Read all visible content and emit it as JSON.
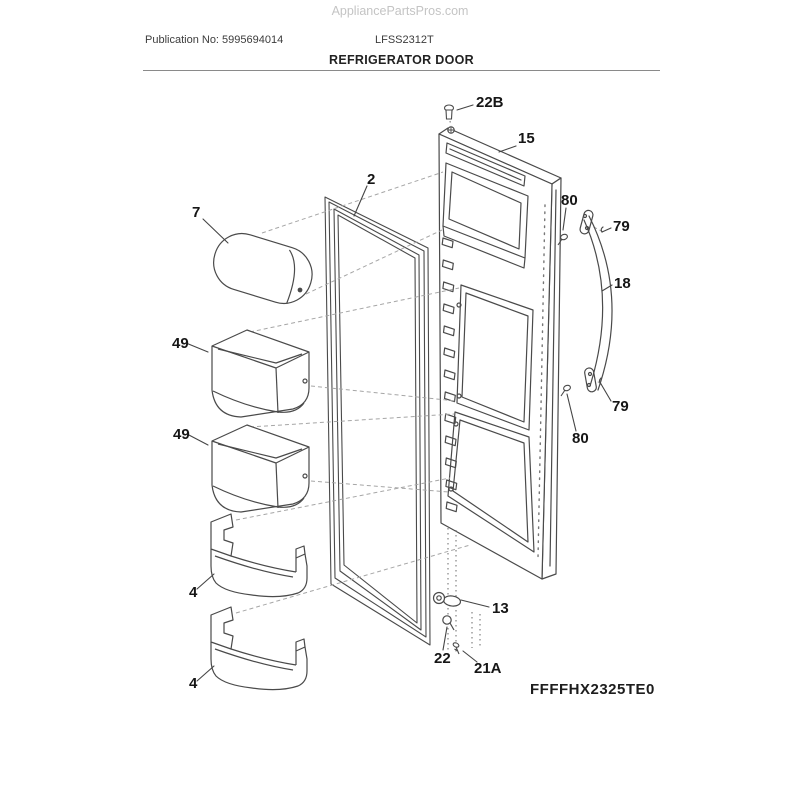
{
  "header": {
    "site": "AppliancePartsPros.com",
    "publication": "Publication No: 5995694014",
    "model": "LFSS2312T",
    "title": "REFRIGERATOR DOOR"
  },
  "footer": {
    "diagram_code": "FFFFHX2325TE0"
  },
  "diagram": {
    "type": "exploded-parts-diagram",
    "subject": "Refrigerator door assembly",
    "colors": {
      "line": "#4a4a4a",
      "label": "#161616",
      "watermark": "#c4c4c4",
      "dashed": "#a6a6a6"
    },
    "callouts": [
      "22B",
      "15",
      "2",
      "7",
      "80",
      "79",
      "18",
      "79",
      "80",
      "49",
      "49",
      "4",
      "4",
      "13",
      "22",
      "21A"
    ]
  }
}
